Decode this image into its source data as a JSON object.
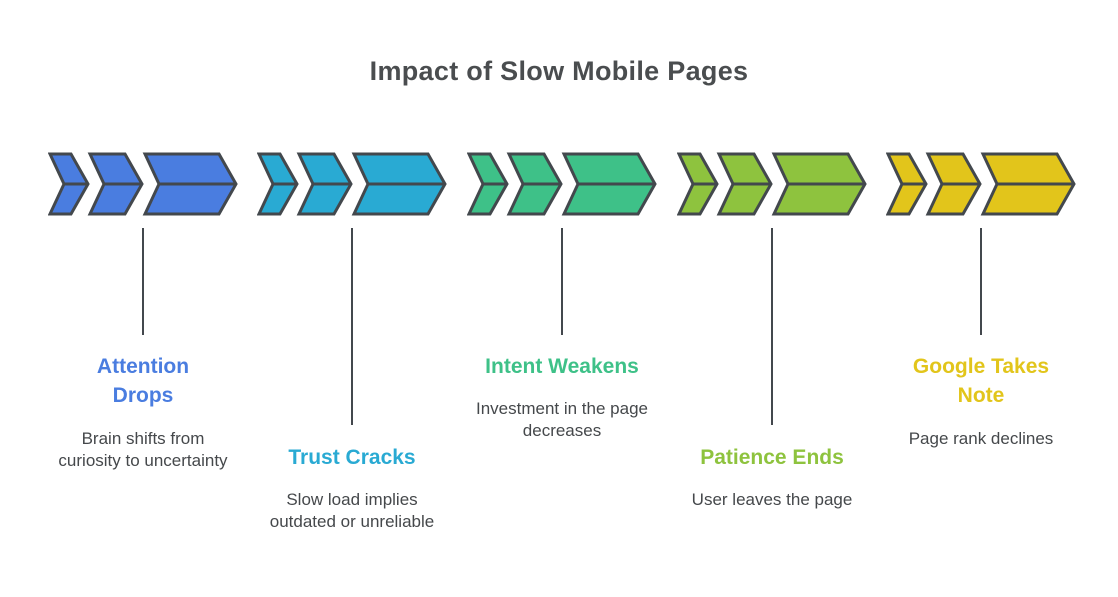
{
  "title": "Impact of Slow Mobile Pages",
  "colors": {
    "background": "#ffffff",
    "outline": "#43484d",
    "heading_text": "#4a4d4f",
    "body_text": "#45484b"
  },
  "stages": [
    {
      "label": "Attention Drops",
      "description": "Brain shifts from curiosity to uncertainty",
      "color": "#4a7de0"
    },
    {
      "label": "Trust Cracks",
      "description": "Slow load implies outdated or unreliable",
      "color": "#29aad3"
    },
    {
      "label": "Intent Weakens",
      "description": "Investment in the page decreases",
      "color": "#3ec188"
    },
    {
      "label": "Patience Ends",
      "description": "User leaves the page",
      "color": "#8ec33e"
    },
    {
      "label": "Google Takes Note",
      "description": "Page rank declines",
      "color": "#e2c51b"
    }
  ]
}
